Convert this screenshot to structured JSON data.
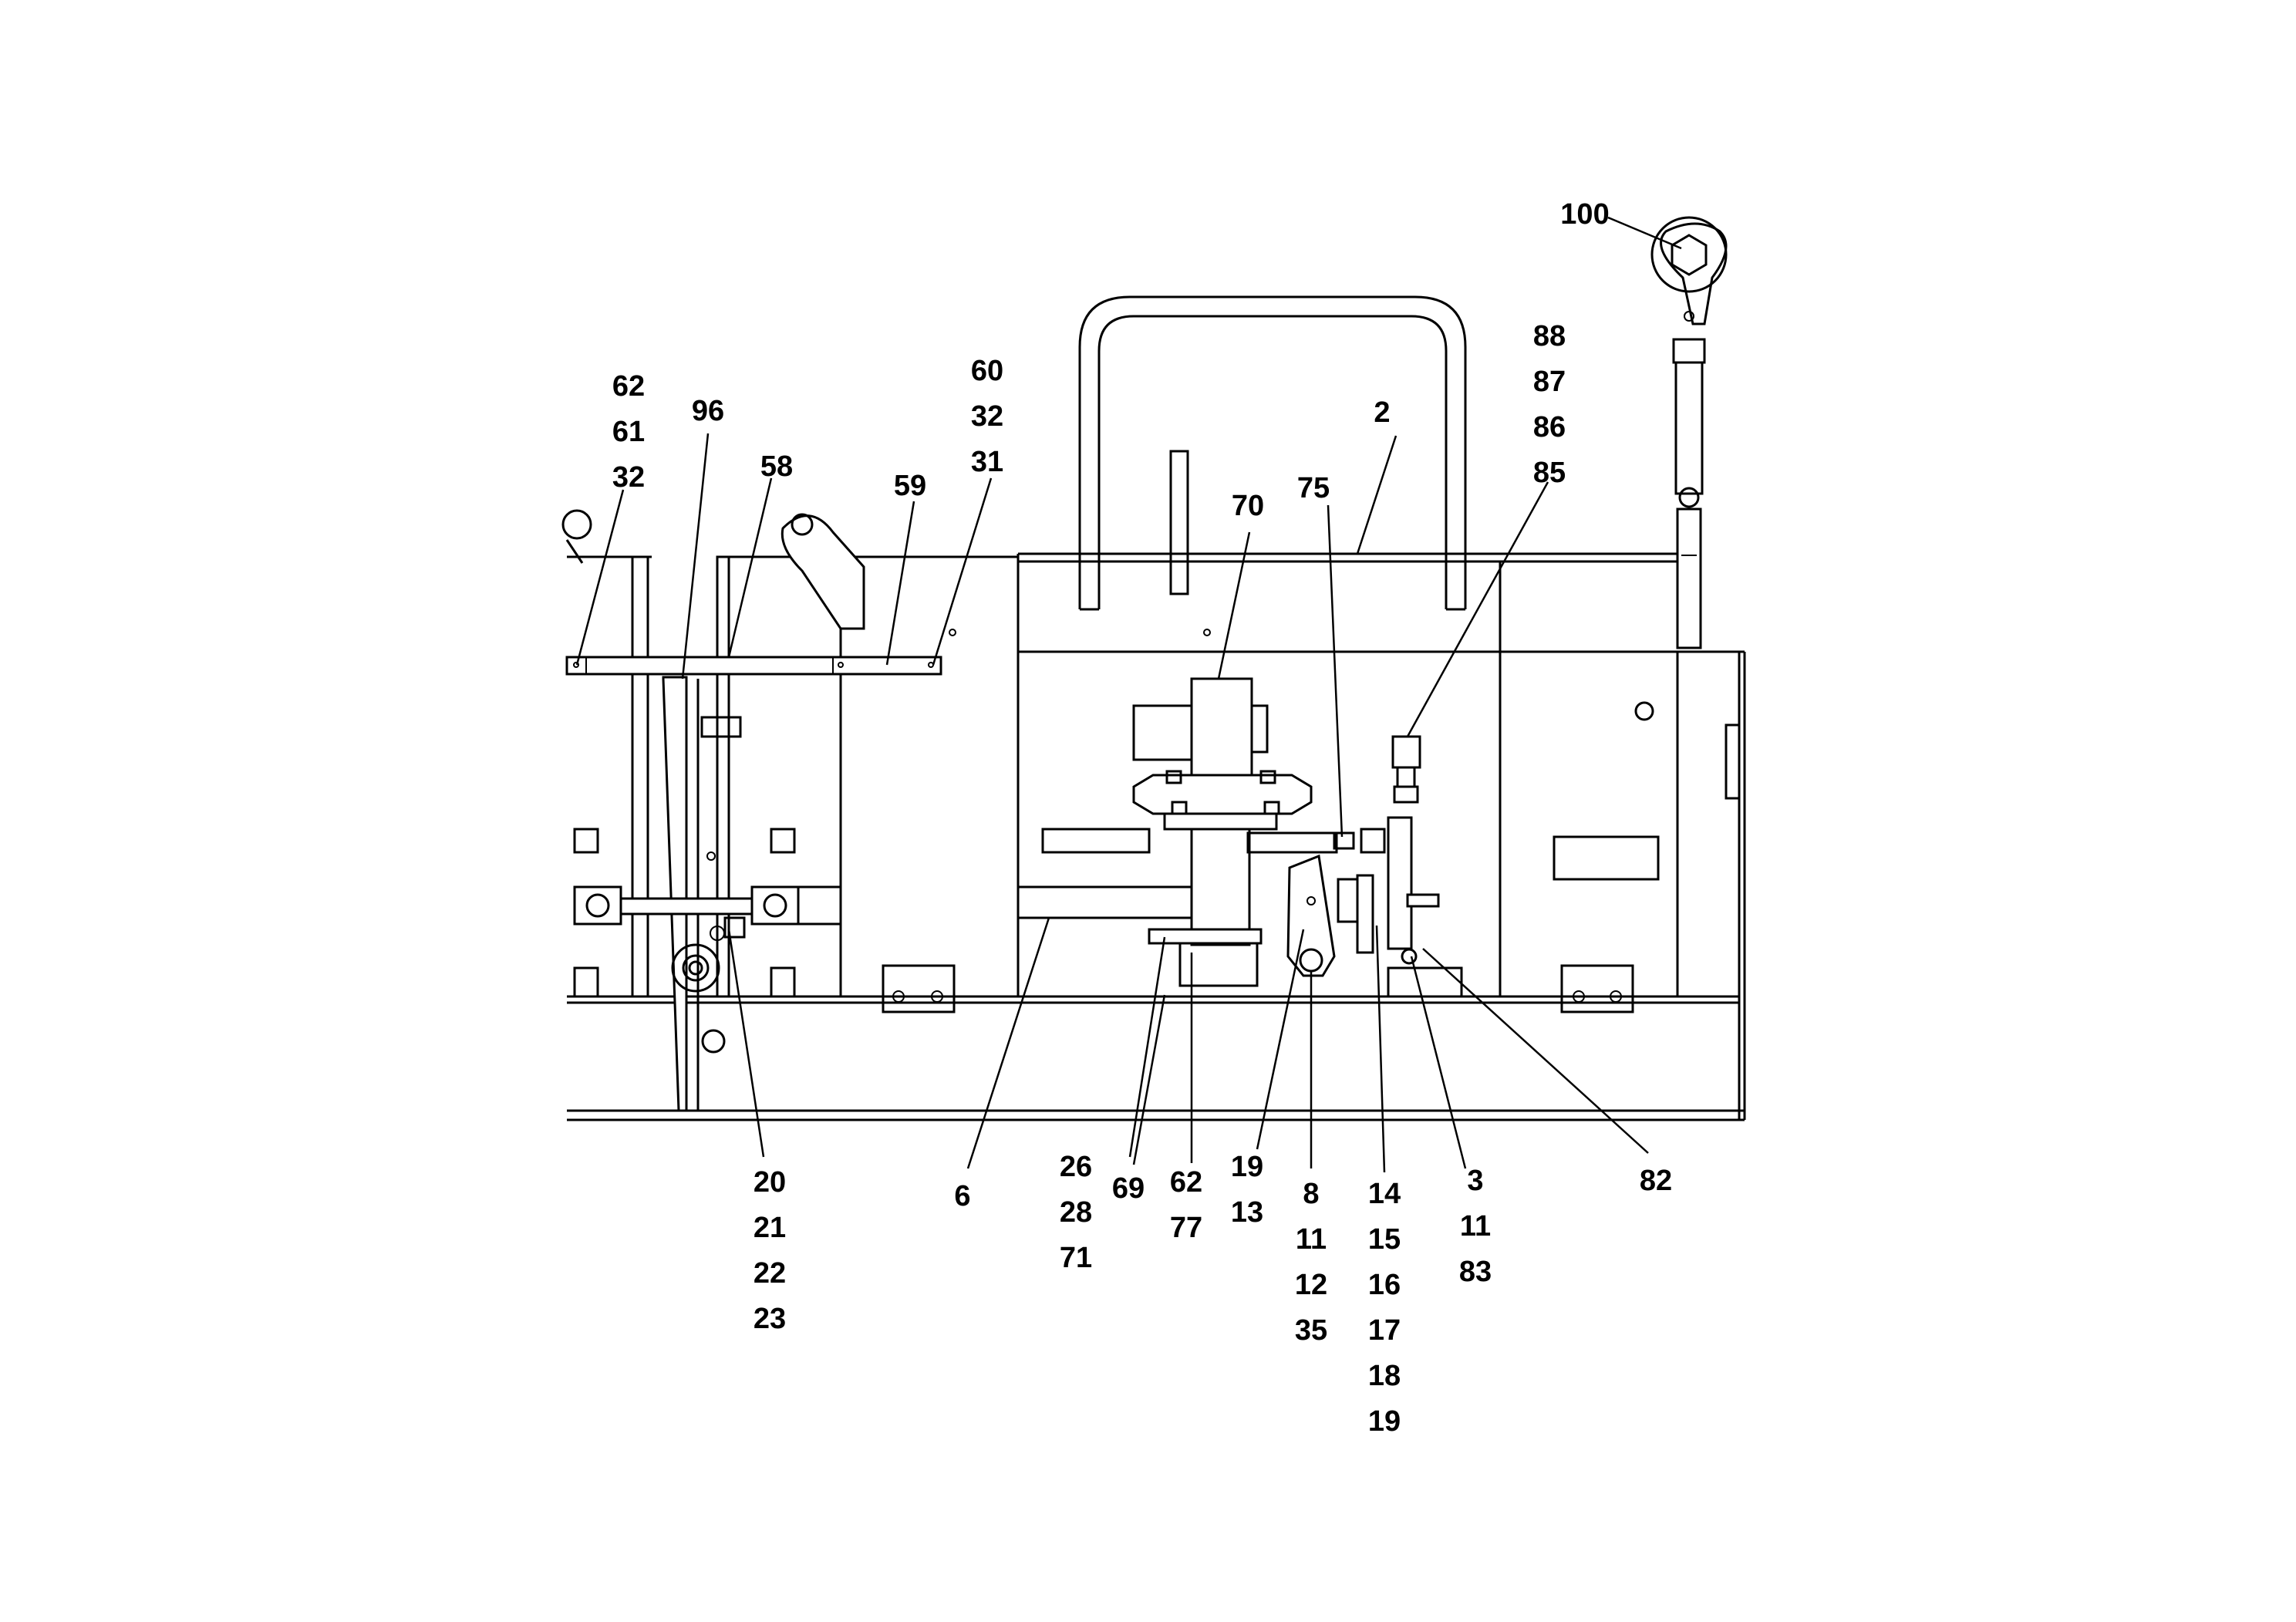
{
  "diagram": {
    "callouts": [
      {
        "id": "c100",
        "lines": [
          "100"
        ]
      },
      {
        "id": "c88",
        "lines": [
          "88",
          "87",
          "86",
          "85"
        ]
      },
      {
        "id": "c2",
        "lines": [
          "2"
        ]
      },
      {
        "id": "c75",
        "lines": [
          "75"
        ]
      },
      {
        "id": "c70",
        "lines": [
          "70"
        ]
      },
      {
        "id": "c60",
        "lines": [
          "60",
          "32",
          "31"
        ]
      },
      {
        "id": "c59",
        "lines": [
          "59"
        ]
      },
      {
        "id": "c58",
        "lines": [
          "58"
        ]
      },
      {
        "id": "c96",
        "lines": [
          "96"
        ]
      },
      {
        "id": "c62a",
        "lines": [
          "62",
          "61",
          "32"
        ]
      },
      {
        "id": "c20",
        "lines": [
          "20",
          "21",
          "22",
          "23"
        ]
      },
      {
        "id": "c6",
        "lines": [
          "6"
        ]
      },
      {
        "id": "c26",
        "lines": [
          "26",
          "28",
          "71"
        ]
      },
      {
        "id": "c69",
        "lines": [
          "69"
        ]
      },
      {
        "id": "c62b",
        "lines": [
          "62",
          "77"
        ]
      },
      {
        "id": "c19",
        "lines": [
          "19",
          "13"
        ]
      },
      {
        "id": "c8",
        "lines": [
          "8",
          "11",
          "12",
          "35"
        ]
      },
      {
        "id": "c14",
        "lines": [
          "14",
          "15",
          "16",
          "17",
          "18",
          "19"
        ]
      },
      {
        "id": "c3",
        "lines": [
          "3",
          "11",
          "83"
        ]
      },
      {
        "id": "c82",
        "lines": [
          "82"
        ]
      }
    ]
  }
}
